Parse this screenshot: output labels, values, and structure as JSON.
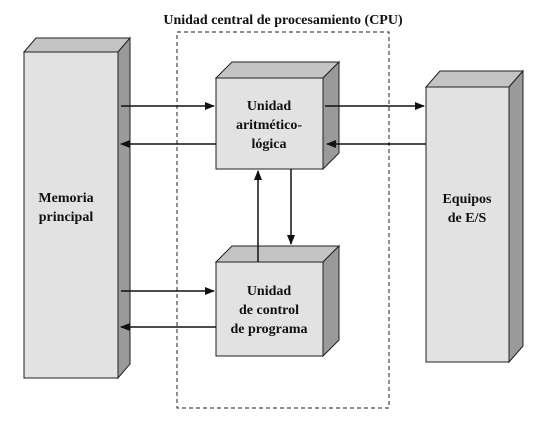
{
  "cpu": {
    "title": "Unidad central de procesamiento (CPU)"
  },
  "memory": {
    "line1": "Memoria",
    "line2": "principal"
  },
  "alu": {
    "line1": "Unidad",
    "line2": "aritmético-",
    "line3": "lógica"
  },
  "control_unit": {
    "line1": "Unidad",
    "line2": "de control",
    "line3": "de programa"
  },
  "io": {
    "line1": "Equipos",
    "line2": "de E/S"
  },
  "colors": {
    "box_front": "#e2e2e2",
    "box_side": "#9a9a9a",
    "box_top": "#c4c4c4",
    "stroke": "#222222"
  }
}
